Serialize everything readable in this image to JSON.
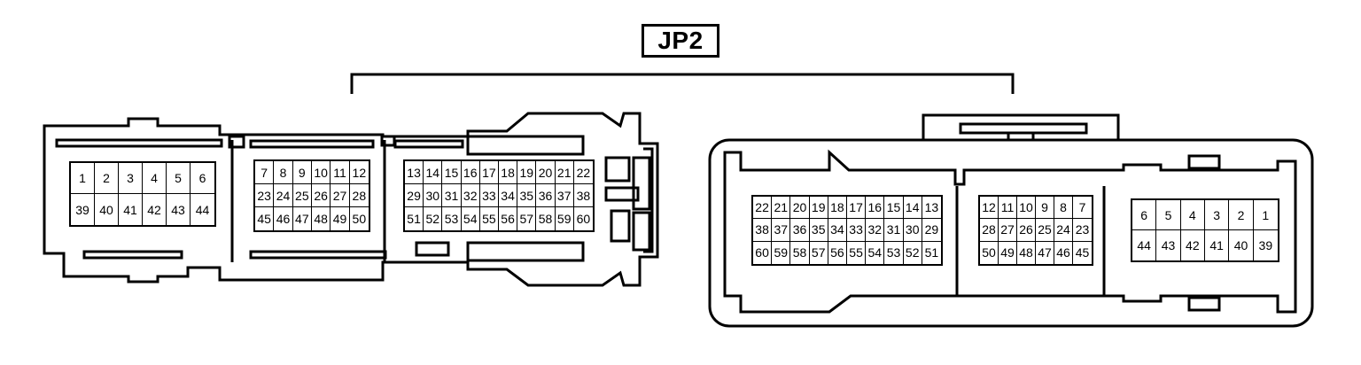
{
  "label": "JP2",
  "colors": {
    "stroke": "#000000",
    "background": "#ffffff"
  },
  "connectors": [
    {
      "id": "connector-left",
      "blocks": [
        {
          "id": "left-block-a",
          "rows": [
            [
              "1",
              "2",
              "3",
              "4",
              "5",
              "6"
            ],
            [
              "39",
              "40",
              "41",
              "42",
              "43",
              "44"
            ]
          ]
        },
        {
          "id": "left-block-b",
          "rows": [
            [
              "7",
              "8",
              "9",
              "10",
              "11",
              "12"
            ],
            [
              "23",
              "24",
              "25",
              "26",
              "27",
              "28"
            ],
            [
              "45",
              "46",
              "47",
              "48",
              "49",
              "50"
            ]
          ]
        },
        {
          "id": "left-block-c",
          "rows": [
            [
              "13",
              "14",
              "15",
              "16",
              "17",
              "18",
              "19",
              "20",
              "21",
              "22"
            ],
            [
              "29",
              "30",
              "31",
              "32",
              "33",
              "34",
              "35",
              "36",
              "37",
              "38"
            ],
            [
              "51",
              "52",
              "53",
              "54",
              "55",
              "56",
              "57",
              "58",
              "59",
              "60"
            ]
          ]
        }
      ]
    },
    {
      "id": "connector-right",
      "blocks": [
        {
          "id": "right-block-a",
          "rows": [
            [
              "22",
              "21",
              "20",
              "19",
              "18",
              "17",
              "16",
              "15",
              "14",
              "13"
            ],
            [
              "38",
              "37",
              "36",
              "35",
              "34",
              "33",
              "32",
              "31",
              "30",
              "29"
            ],
            [
              "60",
              "59",
              "58",
              "57",
              "56",
              "55",
              "54",
              "53",
              "52",
              "51"
            ]
          ]
        },
        {
          "id": "right-block-b",
          "rows": [
            [
              "12",
              "11",
              "10",
              "9",
              "8",
              "7"
            ],
            [
              "28",
              "27",
              "26",
              "25",
              "24",
              "23"
            ],
            [
              "50",
              "49",
              "48",
              "47",
              "46",
              "45"
            ]
          ]
        },
        {
          "id": "right-block-c",
          "rows": [
            [
              "6",
              "5",
              "4",
              "3",
              "2",
              "1"
            ],
            [
              "44",
              "43",
              "42",
              "41",
              "40",
              "39"
            ]
          ]
        }
      ]
    }
  ]
}
